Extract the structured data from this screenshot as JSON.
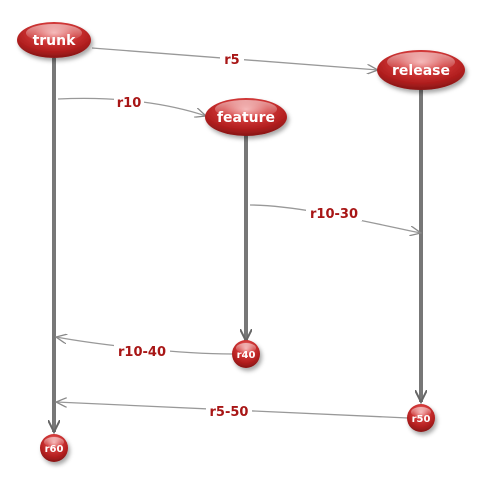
{
  "diagram": {
    "branches": [
      {
        "id": "trunk",
        "label": "trunk"
      },
      {
        "id": "release",
        "label": "release"
      },
      {
        "id": "feature",
        "label": "feature"
      }
    ],
    "revisions": [
      {
        "id": "r40",
        "label": "r40"
      },
      {
        "id": "r50",
        "label": "r50"
      },
      {
        "id": "r60",
        "label": "r60"
      }
    ],
    "merges": [
      {
        "label": "r5",
        "from": "trunk",
        "to": "release"
      },
      {
        "label": "r10",
        "from": "trunk",
        "to": "feature"
      },
      {
        "label": "r10-30",
        "from": "feature",
        "to": "release"
      },
      {
        "label": "r10-40",
        "from": "r40",
        "to": "trunk"
      },
      {
        "label": "r5-50",
        "from": "r50",
        "to": "trunk"
      }
    ]
  },
  "colors": {
    "node_red": "#c12a2a",
    "node_dark": "#8a1a1a",
    "label_red": "#a81616",
    "line_gray": "#777777"
  }
}
